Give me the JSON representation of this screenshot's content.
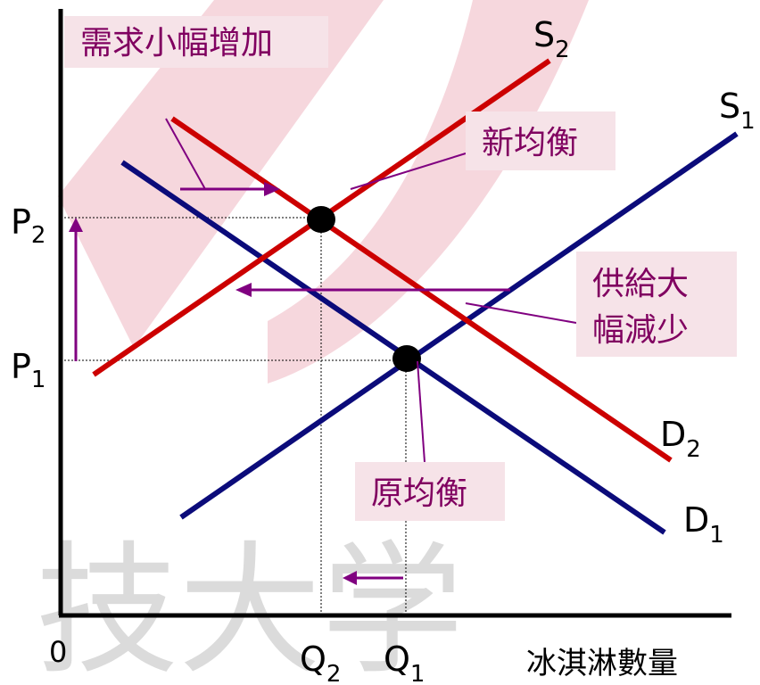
{
  "colors": {
    "red_curve": "#cc0000",
    "blue_curve": "#0b0b7a",
    "arrow": "#800080",
    "label_bg": "#f6e3e8",
    "label_text": "#800060",
    "watermark_red": "#f2c7cf",
    "watermark_gray": "#c8c8c8",
    "axis": "#000000"
  },
  "icons": {
    "watermark": "school-logo-watermark"
  },
  "axes": {
    "origin": "0",
    "x_label": "冰淇淋數量"
  },
  "prices": {
    "p1": {
      "main": "P",
      "sub": "1"
    },
    "p2": {
      "main": "P",
      "sub": "2"
    }
  },
  "quantities": {
    "q1": {
      "main": "Q",
      "sub": "1"
    },
    "q2": {
      "main": "Q",
      "sub": "2"
    }
  },
  "curves": {
    "s1": {
      "main": "S",
      "sub": "1"
    },
    "s2": {
      "main": "S",
      "sub": "2"
    },
    "d1": {
      "main": "D",
      "sub": "1"
    },
    "d2": {
      "main": "D",
      "sub": "2"
    }
  },
  "annotations": {
    "demand_increase": "需求小幅增加",
    "new_equilibrium": "新均衡",
    "supply_decrease_line1": "供給大",
    "supply_decrease_line2": "幅減少",
    "original_equilibrium": "原均衡"
  },
  "watermark_text": "技大学"
}
